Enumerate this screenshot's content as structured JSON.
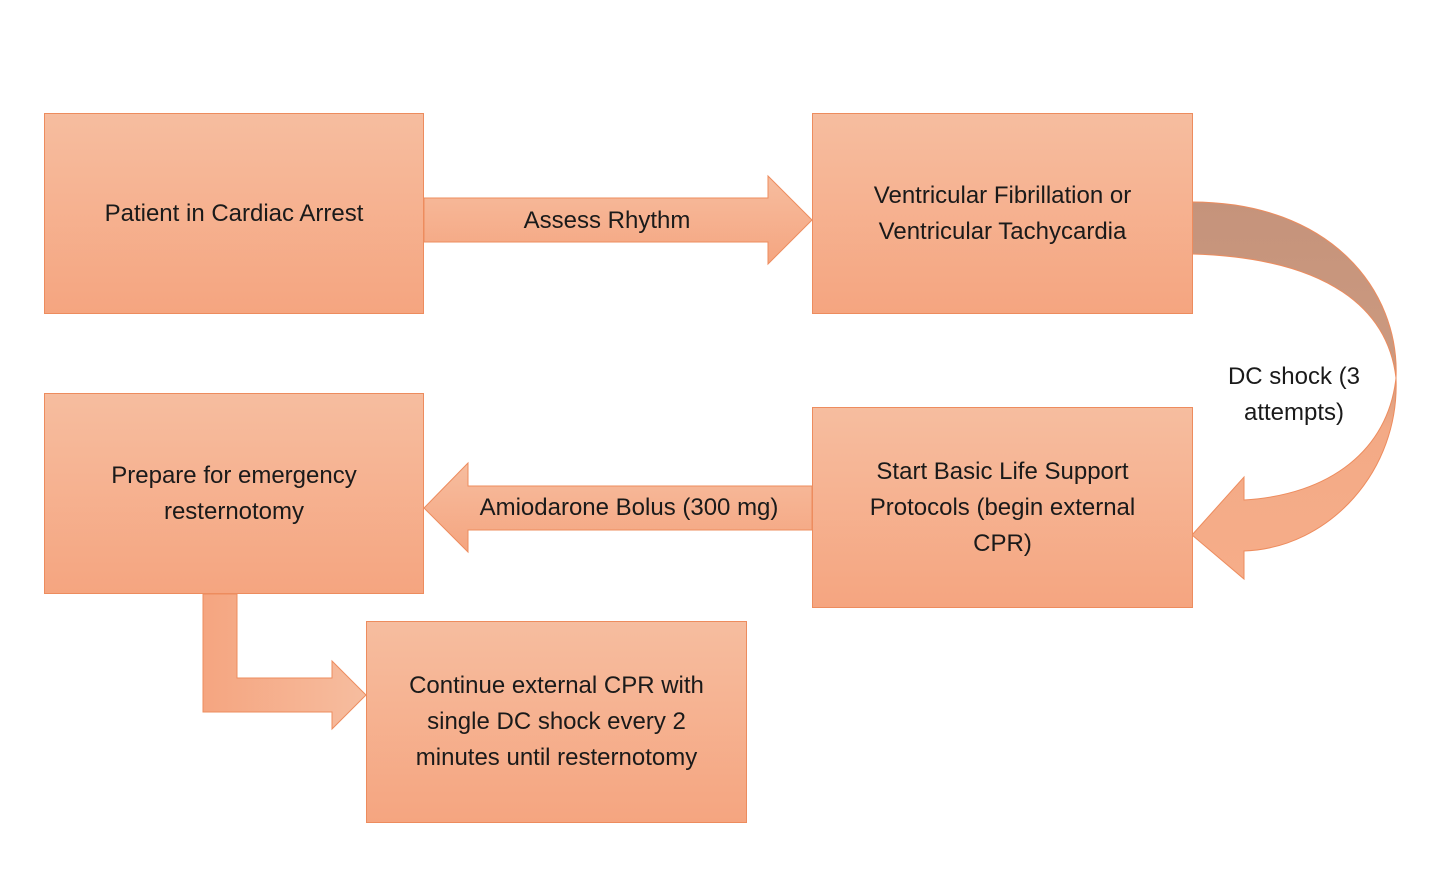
{
  "nodes": {
    "cardiac_arrest": "Patient in Cardiac Arrest",
    "vf_vt": "Ventricular Fibrillation or Ventricular Tachycardia",
    "bls": "Start Basic Life Support Protocols (begin external CPR)",
    "resternotomy": "Prepare for emergency resternotomy",
    "continue_cpr": "Continue external CPR with single DC shock every 2 minutes until resternotomy"
  },
  "arrows": {
    "assess_rhythm": "Assess Rhythm",
    "dc_shock_line1": "DC shock (3",
    "dc_shock_line2": "attempts)",
    "amiodarone": "Amiodarone Bolus (300 mg)"
  },
  "colors": {
    "box_fill_top": "#f6bd9f",
    "box_fill_bottom": "#f5a580",
    "box_border": "#ed8c5e",
    "curved_arrow_dark": "#c9977f",
    "curved_arrow_light": "#f5a882"
  }
}
